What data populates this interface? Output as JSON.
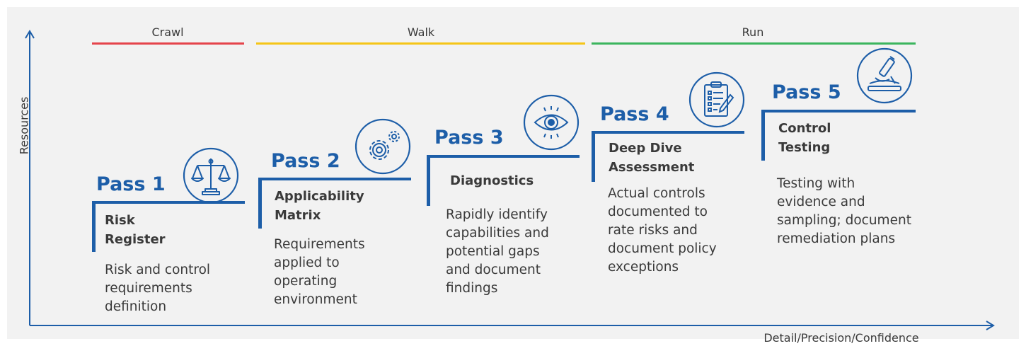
{
  "axes": {
    "y_label": "Resources",
    "x_label": "Detail/Precision/Confidence"
  },
  "phases": [
    {
      "label": "Crawl",
      "color": "#e5444b"
    },
    {
      "label": "Walk",
      "color": "#f5c518"
    },
    {
      "label": "Run",
      "color": "#3cb55e"
    }
  ],
  "accent_color": "#1d5ea8",
  "passes": [
    {
      "title": "Pass 1",
      "name_lines": [
        "Risk",
        "Register"
      ],
      "desc_lines": [
        "Risk and control",
        "requirements",
        "definition"
      ],
      "icon": "balance-scale-icon"
    },
    {
      "title": "Pass 2",
      "name_lines": [
        "Applicability",
        "Matrix"
      ],
      "desc_lines": [
        "Requirements",
        "applied to",
        "operating",
        "environment"
      ],
      "icon": "gears-icon"
    },
    {
      "title": "Pass 3",
      "name_lines": [
        "Diagnostics"
      ],
      "desc_lines": [
        "Rapidly identify",
        "capabilities and",
        "potential gaps",
        "and document",
        "findings"
      ],
      "icon": "eye-icon"
    },
    {
      "title": "Pass 4",
      "name_lines": [
        "Deep Dive",
        "Assessment"
      ],
      "desc_lines": [
        "Actual controls",
        "documented to",
        "rate risks and",
        "document policy",
        "exceptions"
      ],
      "icon": "clipboard-checklist-icon"
    },
    {
      "title": "Pass 5",
      "name_lines": [
        "Control",
        "Testing"
      ],
      "desc_lines": [
        "Testing with",
        "evidence and",
        "sampling; document",
        "remediation plans"
      ],
      "icon": "microscope-icon"
    }
  ]
}
